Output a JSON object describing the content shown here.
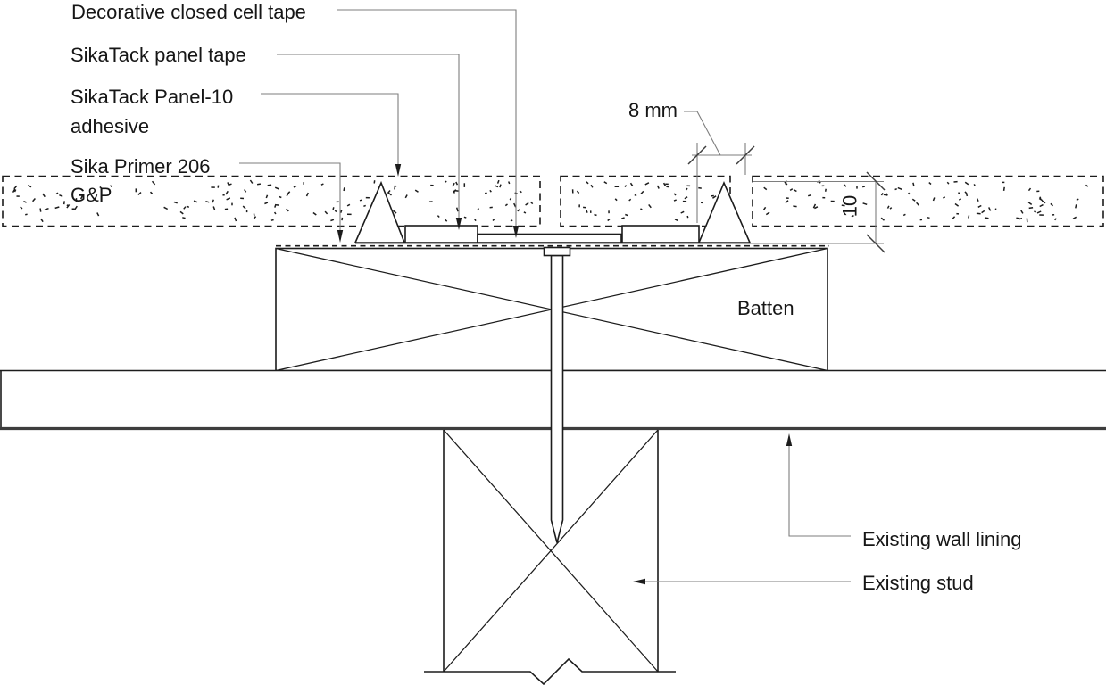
{
  "drawing": {
    "labels": {
      "decorative_tape": "Decorative closed cell tape",
      "panel_tape": "SikaTack panel tape",
      "adhesive_line1": "SikaTack Panel-10",
      "adhesive_line2": "adhesive",
      "primer_line1": "Sika Primer 206",
      "primer_line2": "G&P",
      "batten": "Batten",
      "wall_lining": "Existing wall lining",
      "stud": "Existing stud"
    },
    "dimensions": {
      "bead_width_label": "8 mm",
      "bead_height_label": "10"
    },
    "colors": {
      "line": "#1c1c1c",
      "leader": "#7e7e7e",
      "tick": "#3d3d3d",
      "lining_edge": "#3d3d3d",
      "text": "#161616",
      "background": "#ffffff"
    }
  }
}
